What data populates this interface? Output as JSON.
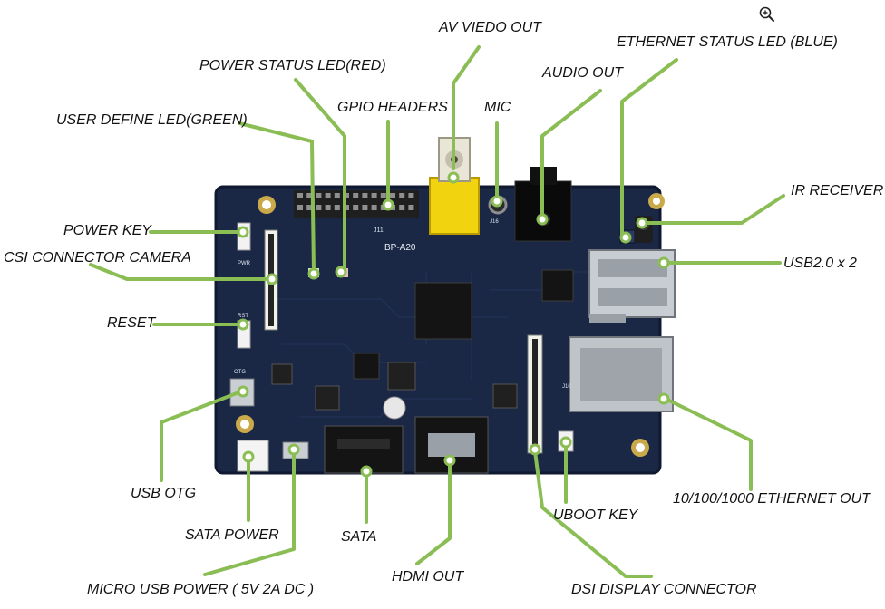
{
  "board": {
    "model": "BP-A20",
    "silk": {
      "j11": "J11",
      "j16": "J16",
      "pwr": "PWR",
      "rst": "RST",
      "otg": "OTG",
      "j10": "J10"
    }
  },
  "colors": {
    "leader": "#8bbd55",
    "pcb": "#1a2745",
    "pcb_edge": "#0f1930",
    "label": "#111111"
  },
  "zoom_icon": "magnifier-plus-icon",
  "labels": {
    "av_out": "AV VIEDO OUT",
    "eth_led": "ETHERNET STATUS LED (BLUE)",
    "power_led": "POWER STATUS LED(RED)",
    "audio_out": "AUDIO OUT",
    "gpio": "GPIO HEADERS",
    "mic": "MIC",
    "user_led": "USER DEFINE LED(GREEN)",
    "ir": "IR RECEIVER",
    "power_key": "POWER KEY",
    "csi": "CSI CONNECTOR CAMERA",
    "usb2": "USB2.0 x 2",
    "reset": "RESET",
    "usb_otg": "USB OTG",
    "eth_out": "10/100/1000 ETHERNET OUT",
    "sata_power": "SATA POWER",
    "uboot": "UBOOT KEY",
    "sata": "SATA",
    "micro_usb": "MICRO USB POWER ( 5V 2A DC )",
    "hdmi": "HDMI OUT",
    "dsi": "DSI DISPLAY CONNECTOR"
  }
}
